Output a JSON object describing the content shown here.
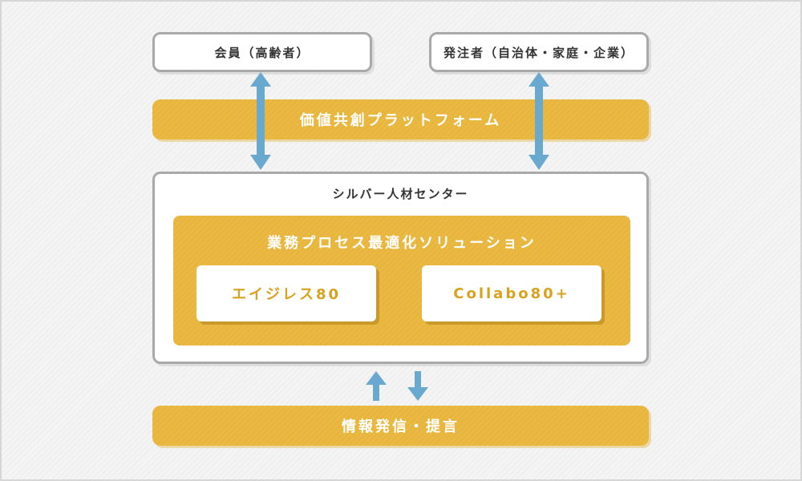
{
  "member": {
    "label": "会員（高齢者）"
  },
  "orderer": {
    "label": "発注者（自治体・家庭・企業）"
  },
  "platform": {
    "label": "価値共創プラットフォーム"
  },
  "center": {
    "title": "シルバー人材センター",
    "solution_group": {
      "title": "業務プロセス最適化ソリューション",
      "items": [
        {
          "label": "エイジレス80"
        },
        {
          "label": "Collabo80+"
        }
      ]
    }
  },
  "info": {
    "label": "情報発信・提言"
  },
  "colors": {
    "gold": "#e8b63c",
    "arrow_blue": "#6aa9cf",
    "border_gray": "#a9a9a9",
    "solution_text": "#d9a21e"
  }
}
